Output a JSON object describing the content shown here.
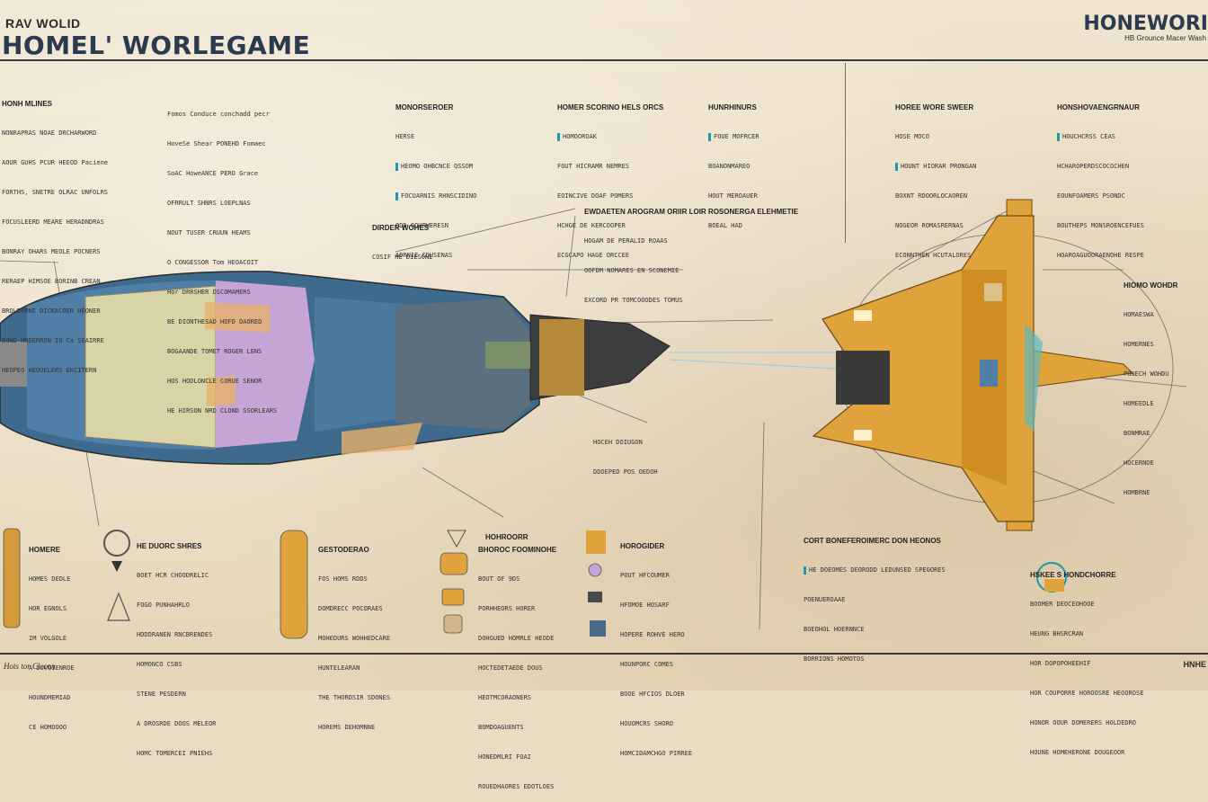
{
  "header": {
    "subtitle": "RAV WOLID",
    "title": "HOMEL' WORLEGAME",
    "right_title": "HONEWORI",
    "right_subtitle": "HB Grounce Macer Wash"
  },
  "sections": {
    "top_left": {
      "heading": "HONH MLINES",
      "lines": [
        "NONRAPRAS NOAE DRCHARWORD",
        "AOUR GUHS PCUR HEEOD Paciene",
        "FORTHS, SNETRE OLRAC UNFOLRS",
        "FOCUSLEERD MEARE HERADNDRAS",
        "BONRAY OHARS MEOLE POCNERS",
        "RERAEP HIMSOE BORINB CREAN",
        "BROLDPRNE DICKACOER HEONER",
        "BOND HNDERRON IO Ca SEAIRRE",
        "HEOPEO HEOUELERS EKCITERN"
      ]
    },
    "top_left2": {
      "lines": [
        "Fomos Conduce conchadd pecr",
        "HoveSe Shear PONEHD Fomaec",
        "SoAC HoweANCE PERO Grace",
        "OFRRULT SHNRS LOEPLNAS",
        "NOUT TUSER CRUUN HEAMS",
        "O CONGESSOR Tom HEOACOIT",
        "Hor DRRSHER DSCOMAMERS",
        "BE DIONTHESAD HOFD DAORED",
        "BOGAANDE TOMET ROGER LENS",
        "HOS HODLONCLE CORUE SENOR",
        "HE HIRSON NRD CLOND SSORLEARS"
      ]
    },
    "cluster_a": {
      "heading": "MONORSEROER",
      "lines": [
        "HERSE",
        "HEOMO OHBCNCE QSSOM",
        "FOCUARNIS RHNSCIDINO",
        "ODD OOUPWERESN",
        "ADRNIE CDUSENAS"
      ]
    },
    "cluster_b": {
      "heading": "HOMER SCORINO HELS ORCS",
      "lines": [
        "HOMOOROAK",
        "FOUT HICRAMR NEMRES",
        "EOINCIVE DOAF POMERS",
        "HCHGE DE KERCOOPER",
        "ECGCAPO HAGE ORCCEE"
      ]
    },
    "cluster_c": {
      "heading": "HUNRHINURS",
      "lines": [
        "FOUE MOFRCER",
        "BOANONMAREO",
        "HOUT MEROAUER",
        "BOEAL HAD"
      ]
    },
    "mid_label": {
      "heading": "EWDAETEN AROGRAM ORIIR LOIR ROSONERGA ELEHMETIE",
      "lines": [
        "HOGAM DE PERALID ROAAS",
        "OOFDM NOMARES EN SCONEMIE",
        "EXCORD PR TOMCOOODES TOMUS"
      ]
    },
    "cluster_d": {
      "heading": "HOREE WORE SWEER",
      "lines": [
        "HOSE MOCO",
        "HOUNT HIORAR PRONGAN",
        "BOXNT RDOORLOCAOREN",
        "NOGEOR ROMASRERNAS",
        "ECONNTHEN HCUTALORES"
      ]
    },
    "cluster_e": {
      "heading": "HONSHOVAENGRNAUR",
      "lines": [
        "HOUCHCRSS CEAS",
        "HCHAROPERDSCOCOCHEN",
        "EOUNFOAMERS PSONDC",
        "BOUTHEPS MONSROENCEFUES",
        "HOAROAGUOORAENOHE RESPE"
      ]
    },
    "ship_left": {
      "label": "DIRDER WOHES",
      "sub": "COSIF HE DIESONE"
    },
    "engines": {
      "heading": "HOHROORR",
      "lines": [
        "HOCEH DOIUGON",
        "DDOEPED POS OEDOH"
      ]
    },
    "right_labels": {
      "lines": [
        "HIOMO WOHDR",
        "HOMAESWA",
        "HOMERNES",
        "PONECH WOHDU",
        "HOMEEDLE",
        "BONMRAE",
        "HOCERNOE",
        "HOMBRNE"
      ]
    },
    "bottom": {
      "col1": {
        "heading": "HOMERE",
        "lines": [
          "HOMES DEDLE",
          "HOR EGNOLS",
          "IM VOLGOLE",
          "A DUVOIENROE",
          "HOUNDMEMIAD",
          "CE HOMOOOO"
        ]
      },
      "col2": {
        "heading": "HE DUORC SHRES",
        "lines": [
          "BOET HCR CHOODRELIC",
          "FOGO PUNHAHRLO",
          "HDDDRANEN RNCBRENDES",
          "HOMONCO CSBS",
          "STENE PESDERN",
          "A DROSRDE DOOS MELEOR",
          "HOMC TOMERCEI PNIEHS"
        ]
      },
      "col3": {
        "heading": "GESTODERAO",
        "lines": [
          "FOS HOMS RDDS",
          "DOMDRECC POCORAES",
          "MOHEDURS WOHHEDCARE",
          "HUNTELEARAN",
          "THE THORDSIR SDONES",
          "HOREMS DEHOMNNE"
        ]
      },
      "col4": {
        "heading": "BHOROC FOOMINOHE",
        "lines": [
          "BOUT OF 9DS",
          "PORHHEORS HORER",
          "DOHGUED HOMRLE HEODE",
          "HOCTEDETAEDE DOUS",
          "HEOTMCORAONERS",
          "BOMDOAGUENTS",
          "HONEDMLRI FOAI",
          "ROUEDHAORES EDOTLOES"
        ]
      },
      "col5": {
        "heading": "HOROGIDER",
        "lines": [
          "POUT HFCOUMER",
          "HFOMOE HOSARF",
          "HOPERE ROHVE HERO",
          "HOUNPORC COMES",
          "BOOE HFCIOS DLOER",
          "HOUOMCRS SHORO",
          "HOMCIDAMCHGO PIRREE"
        ]
      },
      "col6": {
        "heading": "CORT BONEFEROIMERC DON HEONOS",
        "lines": [
          "HE DOEOMES DEORODD LEDUNSED SPEGORES",
          "POENUEROAAE",
          "BOEOHOL HOERNNCE",
          "BORRIONS HOMOTOS"
        ]
      },
      "col7": {
        "heading": "HSKEE S HONDCHORRE",
        "lines": [
          "BOOMER DEOCEOHOOE",
          "HEUNG BHSRCRAN",
          "HOR DOPOPOHEEHIF",
          "HOR COUPORRE HOROOSRE HEOOROSE",
          "HONOR OOUR DOMERERS HOLDEDRO",
          "HOUNE HOMEHERONE DOUGEOOR"
        ]
      }
    }
  },
  "footer": {
    "left": "Hots tor Clecon",
    "right": "HNHE"
  },
  "colors": {
    "paper": "#e9dcc3",
    "ink": "#2b2b2b",
    "title": "#2c3a4f",
    "accent_teal": "#1c9aa6",
    "ship_blue": "#4f7fa6",
    "ship_cream": "#d9d4a8",
    "ship_lilac": "#c7a4d6",
    "ship_orange": "#e0a23a"
  }
}
